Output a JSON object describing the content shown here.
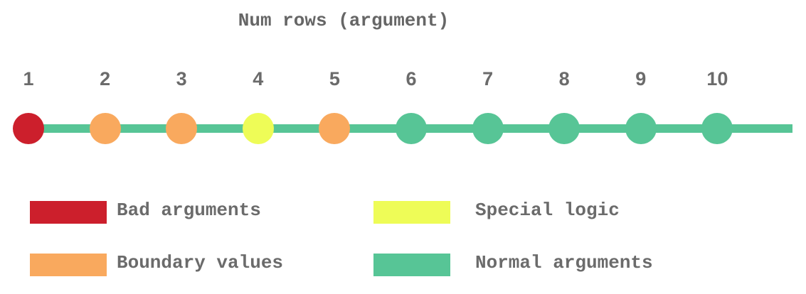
{
  "title": "Num rows (argument)",
  "colors": {
    "line": "#57c596",
    "bad": "#cc1f2c",
    "boundary": "#f9a95e",
    "special": "#eefc57",
    "normal": "#57c596"
  },
  "points": [
    {
      "label": "1",
      "category": "bad"
    },
    {
      "label": "2",
      "category": "boundary"
    },
    {
      "label": "3",
      "category": "boundary"
    },
    {
      "label": "4",
      "category": "special"
    },
    {
      "label": "5",
      "category": "boundary"
    },
    {
      "label": "6",
      "category": "normal"
    },
    {
      "label": "7",
      "category": "normal"
    },
    {
      "label": "8",
      "category": "normal"
    },
    {
      "label": "9",
      "category": "normal"
    },
    {
      "label": "10",
      "category": "normal"
    }
  ],
  "legend": {
    "bad": "Bad arguments",
    "boundary": "Boundary values",
    "special": "Special logic",
    "normal": "Normal arguments"
  }
}
